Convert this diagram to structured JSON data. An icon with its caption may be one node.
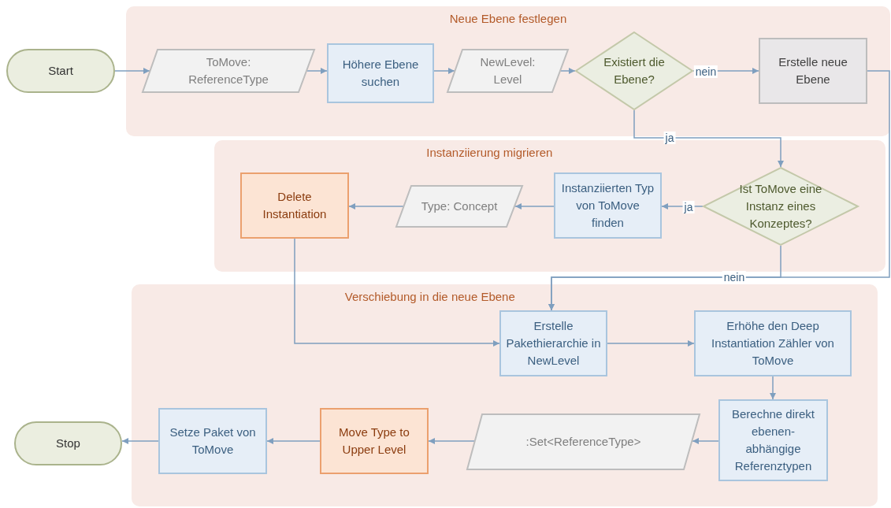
{
  "diagram": {
    "nodes": [
      {
        "text": [
          "Neue Ebene festlegen"
        ]
      },
      {
        "text": [
          "Start"
        ]
      },
      {
        "text": [
          "ToMove: ReferenceType"
        ],
        "in": 0
      },
      {
        "text": [
          "Höhere Ebene suchen"
        ],
        "in": 0
      },
      {
        "text": [
          "NewLevel: Level"
        ],
        "in": 0
      },
      {
        "text": [
          "Existiert die Ebene?"
        ],
        "in": 0
      },
      {
        "text": [
          "Erstelle neue Ebene"
        ],
        "in": 0
      },
      {
        "text": [
          "Instanziierung migrieren"
        ]
      },
      {
        "text": [
          "Ist ToMove eine Instanz eines Konzeptes?"
        ],
        "in": 7
      },
      {
        "text": [
          "Instanziierten Typ von ToMove finden"
        ],
        "in": 7
      },
      {
        "text": [
          "Type: Concept"
        ],
        "in": 7
      },
      {
        "text": [
          "Delete Instantiation"
        ],
        "in": 7
      },
      {
        "text": [
          "Verschiebung in die neue Ebene"
        ]
      },
      {
        "text": [
          "Erstelle Pakethierarchie in NewLevel"
        ],
        "in": 12
      },
      {
        "text": [
          "Erhöhe den Deep Instantiation Zähler von ToMove"
        ],
        "in": 12
      },
      {
        "text": [
          "Berechne direkt ebenen-abhängige Referenztypen"
        ],
        "in": 12
      },
      {
        "text": [
          ":Set<ReferenceType>"
        ],
        "in": 12
      },
      {
        "text": [
          "Move Type to Upper Level"
        ],
        "in": 12
      },
      {
        "text": [
          "Setze Paket von ToMove"
        ],
        "in": 12
      },
      {
        "text": [
          "Stop"
        ]
      }
    ],
    "edges": [
      {
        "from": 1,
        "to": 2,
        "arrow": "to"
      },
      {
        "from": 2,
        "to": 3,
        "arrow": "to"
      },
      {
        "from": 3,
        "to": 4,
        "arrow": "to"
      },
      {
        "from": 4,
        "to": 5,
        "arrow": "to"
      },
      {
        "from": 5,
        "to": 6,
        "label": "nein",
        "arrow": "to"
      },
      {
        "from": 5,
        "to": 8,
        "label": "ja",
        "arrow": "to"
      },
      {
        "from": 8,
        "to": 9,
        "label": "ja",
        "arrow": "to"
      },
      {
        "from": 9,
        "to": 10,
        "arrow": "to"
      },
      {
        "from": 10,
        "to": 11,
        "arrow": "to"
      },
      {
        "from": 11,
        "to": 13,
        "arrow": "to"
      },
      {
        "from": 8,
        "to": 13,
        "label": "nein",
        "arrow": "to"
      },
      {
        "from": 6,
        "to": 13,
        "arrow": "to"
      },
      {
        "from": 13,
        "to": 14,
        "arrow": "to"
      },
      {
        "from": 14,
        "to": 15,
        "arrow": "to"
      },
      {
        "from": 15,
        "to": 16,
        "arrow": "to"
      },
      {
        "from": 16,
        "to": 17,
        "arrow": "to"
      },
      {
        "from": 17,
        "to": 18,
        "arrow": "to"
      },
      {
        "from": 18,
        "to": 19,
        "arrow": "to"
      }
    ]
  }
}
